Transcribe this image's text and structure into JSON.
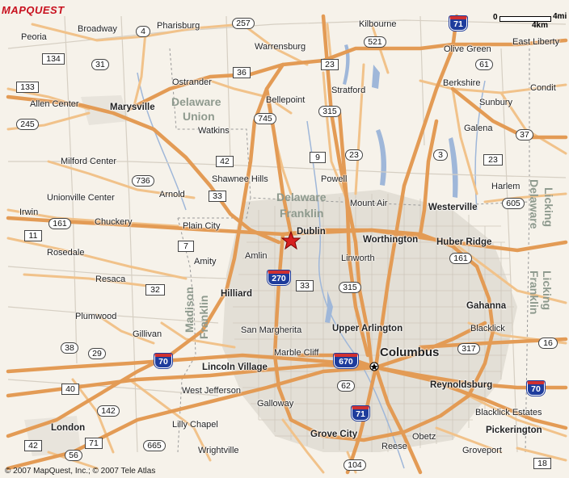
{
  "logo": "MAPQUEST",
  "copyright": "© 2007 MapQuest, Inc.; © 2007 Tele Atlas",
  "scale": {
    "zero": "0",
    "miles": "4mi",
    "km": "4km"
  },
  "marker": {
    "label": "Dublin",
    "icon": "red-star-icon"
  },
  "colors": {
    "land": "#f6f2ea",
    "urban": "#e5e1d8",
    "highway": "#e09a52",
    "road": "#f3c58e",
    "minor_road": "#d8d2c8",
    "water": "#9fb7d9",
    "interstate": "#1e3c9c"
  },
  "places": [
    {
      "id": "peoria",
      "text": "Peoria",
      "style": ""
    },
    {
      "id": "broadway",
      "text": "Broadway",
      "style": ""
    },
    {
      "id": "pharisburg",
      "text": "Pharisburg",
      "style": ""
    },
    {
      "id": "warrensburg",
      "text": "Warrensburg",
      "style": ""
    },
    {
      "id": "kilbourne",
      "text": "Kilbourne",
      "style": ""
    },
    {
      "id": "olive-green",
      "text": "Olive Green",
      "style": ""
    },
    {
      "id": "east-liberty",
      "text": "East Liberty",
      "style": ""
    },
    {
      "id": "ostrander",
      "text": "Ostrander",
      "style": ""
    },
    {
      "id": "stratford",
      "text": "Stratford",
      "style": ""
    },
    {
      "id": "berkshire",
      "text": "Berkshire",
      "style": ""
    },
    {
      "id": "condit",
      "text": "Condit",
      "style": ""
    },
    {
      "id": "allen-center",
      "text": "Allen Center",
      "style": ""
    },
    {
      "id": "marysville",
      "text": "Marysville",
      "style": "b"
    },
    {
      "id": "bellepoint",
      "text": "Bellepoint",
      "style": ""
    },
    {
      "id": "sunbury",
      "text": "Sunbury",
      "style": ""
    },
    {
      "id": "watkins",
      "text": "Watkins",
      "style": ""
    },
    {
      "id": "galena",
      "text": "Galena",
      "style": ""
    },
    {
      "id": "milford-center",
      "text": "Milford Center",
      "style": ""
    },
    {
      "id": "shawnee-hills",
      "text": "Shawnee Hills",
      "style": ""
    },
    {
      "id": "powell",
      "text": "Powell",
      "style": ""
    },
    {
      "id": "harlem",
      "text": "Harlem",
      "style": ""
    },
    {
      "id": "unionville-center",
      "text": "Unionville Center",
      "style": ""
    },
    {
      "id": "arnold",
      "text": "Arnold",
      "style": ""
    },
    {
      "id": "mount-air",
      "text": "Mount Air",
      "style": ""
    },
    {
      "id": "westerville",
      "text": "Westerville",
      "style": "b"
    },
    {
      "id": "irwin",
      "text": "Irwin",
      "style": ""
    },
    {
      "id": "chuckery",
      "text": "Chuckery",
      "style": ""
    },
    {
      "id": "plain-city",
      "text": "Plain City",
      "style": ""
    },
    {
      "id": "dublin",
      "text": "Dublin",
      "style": "b"
    },
    {
      "id": "worthington",
      "text": "Worthington",
      "style": "b"
    },
    {
      "id": "huber-ridge",
      "text": "Huber Ridge",
      "style": "b"
    },
    {
      "id": "rosedale",
      "text": "Rosedale",
      "style": ""
    },
    {
      "id": "amity",
      "text": "Amity",
      "style": ""
    },
    {
      "id": "amlin",
      "text": "Amlin",
      "style": ""
    },
    {
      "id": "linworth",
      "text": "Linworth",
      "style": ""
    },
    {
      "id": "resaca",
      "text": "Resaca",
      "style": ""
    },
    {
      "id": "hilliard",
      "text": "Hilliard",
      "style": "b"
    },
    {
      "id": "gahanna",
      "text": "Gahanna",
      "style": "b"
    },
    {
      "id": "plumwood",
      "text": "Plumwood",
      "style": ""
    },
    {
      "id": "san-margherita",
      "text": "San Margherita",
      "style": ""
    },
    {
      "id": "upper-arlington",
      "text": "Upper Arlington",
      "style": "b"
    },
    {
      "id": "blacklick",
      "text": "Blacklick",
      "style": ""
    },
    {
      "id": "gillivan",
      "text": "Gillivan",
      "style": ""
    },
    {
      "id": "marble-cliff",
      "text": "Marble Cliff",
      "style": ""
    },
    {
      "id": "columbus",
      "text": "Columbus",
      "style": "xl"
    },
    {
      "id": "lincoln-village",
      "text": "Lincoln Village",
      "style": "b"
    },
    {
      "id": "reynoldsburg",
      "text": "Reynoldsburg",
      "style": "b"
    },
    {
      "id": "west-jefferson",
      "text": "West Jefferson",
      "style": ""
    },
    {
      "id": "galloway",
      "text": "Galloway",
      "style": ""
    },
    {
      "id": "blacklick-estates",
      "text": "Blacklick Estates",
      "style": ""
    },
    {
      "id": "london",
      "text": "London",
      "style": "b"
    },
    {
      "id": "lilly-chapel",
      "text": "Lilly Chapel",
      "style": ""
    },
    {
      "id": "pickerington",
      "text": "Pickerington",
      "style": "b"
    },
    {
      "id": "grove-city",
      "text": "Grove City",
      "style": "b"
    },
    {
      "id": "obetz",
      "text": "Obetz",
      "style": ""
    },
    {
      "id": "reese",
      "text": "Reese",
      "style": ""
    },
    {
      "id": "wrightville",
      "text": "Wrightville",
      "style": ""
    },
    {
      "id": "groveport",
      "text": "Groveport",
      "style": ""
    }
  ],
  "counties": [
    {
      "id": "delaware-union-1",
      "text": "Delaware"
    },
    {
      "id": "delaware-union-2",
      "text": "Union"
    },
    {
      "id": "delaware-franklin-1",
      "text": "Delaware"
    },
    {
      "id": "delaware-franklin-2",
      "text": "Franklin"
    },
    {
      "id": "delaware-licking",
      "text": "Delaware"
    },
    {
      "id": "licking-1",
      "text": "Licking"
    },
    {
      "id": "licking-franklin-1",
      "text": "Licking"
    },
    {
      "id": "licking-franklin-2",
      "text": "Franklin"
    },
    {
      "id": "madison-franklin-1",
      "text": "Madison"
    },
    {
      "id": "madison-franklin-2",
      "text": "Franklin"
    }
  ],
  "routes": [
    {
      "id": "r4",
      "text": "4",
      "kind": "circ"
    },
    {
      "id": "r257",
      "text": "257",
      "kind": "circ"
    },
    {
      "id": "r521",
      "text": "521",
      "kind": "circ"
    },
    {
      "id": "i71n",
      "text": "71",
      "kind": "i"
    },
    {
      "id": "r134",
      "text": "134",
      "kind": "box"
    },
    {
      "id": "r31",
      "text": "31",
      "kind": "circ"
    },
    {
      "id": "r36",
      "text": "36",
      "kind": "box"
    },
    {
      "id": "r23n",
      "text": "23",
      "kind": "box"
    },
    {
      "id": "r61",
      "text": "61",
      "kind": "circ"
    },
    {
      "id": "r133",
      "text": "133",
      "kind": "box"
    },
    {
      "id": "r315n",
      "text": "315",
      "kind": "circ"
    },
    {
      "id": "r745",
      "text": "745",
      "kind": "circ"
    },
    {
      "id": "r245",
      "text": "245",
      "kind": "circ"
    },
    {
      "id": "r37",
      "text": "37",
      "kind": "circ"
    },
    {
      "id": "r9",
      "text": "9",
      "kind": "box"
    },
    {
      "id": "r23m",
      "text": "23",
      "kind": "circ"
    },
    {
      "id": "r3",
      "text": "3",
      "kind": "circ"
    },
    {
      "id": "r23e",
      "text": "23",
      "kind": "box"
    },
    {
      "id": "r42n",
      "text": "42",
      "kind": "box"
    },
    {
      "id": "r736",
      "text": "736",
      "kind": "circ"
    },
    {
      "id": "r33n",
      "text": "33",
      "kind": "box"
    },
    {
      "id": "r605",
      "text": "605",
      "kind": "circ"
    },
    {
      "id": "r161w",
      "text": "161",
      "kind": "circ"
    },
    {
      "id": "r11",
      "text": "11",
      "kind": "box"
    },
    {
      "id": "r7",
      "text": "7",
      "kind": "box"
    },
    {
      "id": "r161e",
      "text": "161",
      "kind": "circ"
    },
    {
      "id": "i270",
      "text": "270",
      "kind": "i"
    },
    {
      "id": "r33s",
      "text": "33",
      "kind": "box"
    },
    {
      "id": "r315s",
      "text": "315",
      "kind": "circ"
    },
    {
      "id": "r32",
      "text": "32",
      "kind": "box"
    },
    {
      "id": "r16",
      "text": "16",
      "kind": "circ"
    },
    {
      "id": "r317",
      "text": "317",
      "kind": "circ"
    },
    {
      "id": "r38",
      "text": "38",
      "kind": "circ"
    },
    {
      "id": "r29",
      "text": "29",
      "kind": "circ"
    },
    {
      "id": "i70w",
      "text": "70",
      "kind": "i"
    },
    {
      "id": "i670",
      "text": "670",
      "kind": "i"
    },
    {
      "id": "i70e",
      "text": "70",
      "kind": "i"
    },
    {
      "id": "r62",
      "text": "62",
      "kind": "circ"
    },
    {
      "id": "r40",
      "text": "40",
      "kind": "box"
    },
    {
      "id": "r142",
      "text": "142",
      "kind": "circ"
    },
    {
      "id": "i71s",
      "text": "71",
      "kind": "i"
    },
    {
      "id": "r665",
      "text": "665",
      "kind": "circ"
    },
    {
      "id": "r42s",
      "text": "42",
      "kind": "box"
    },
    {
      "id": "r56",
      "text": "56",
      "kind": "circ"
    },
    {
      "id": "r71",
      "text": "71",
      "kind": "box"
    },
    {
      "id": "r104",
      "text": "104",
      "kind": "circ"
    },
    {
      "id": "r18",
      "text": "18",
      "kind": "box"
    }
  ]
}
